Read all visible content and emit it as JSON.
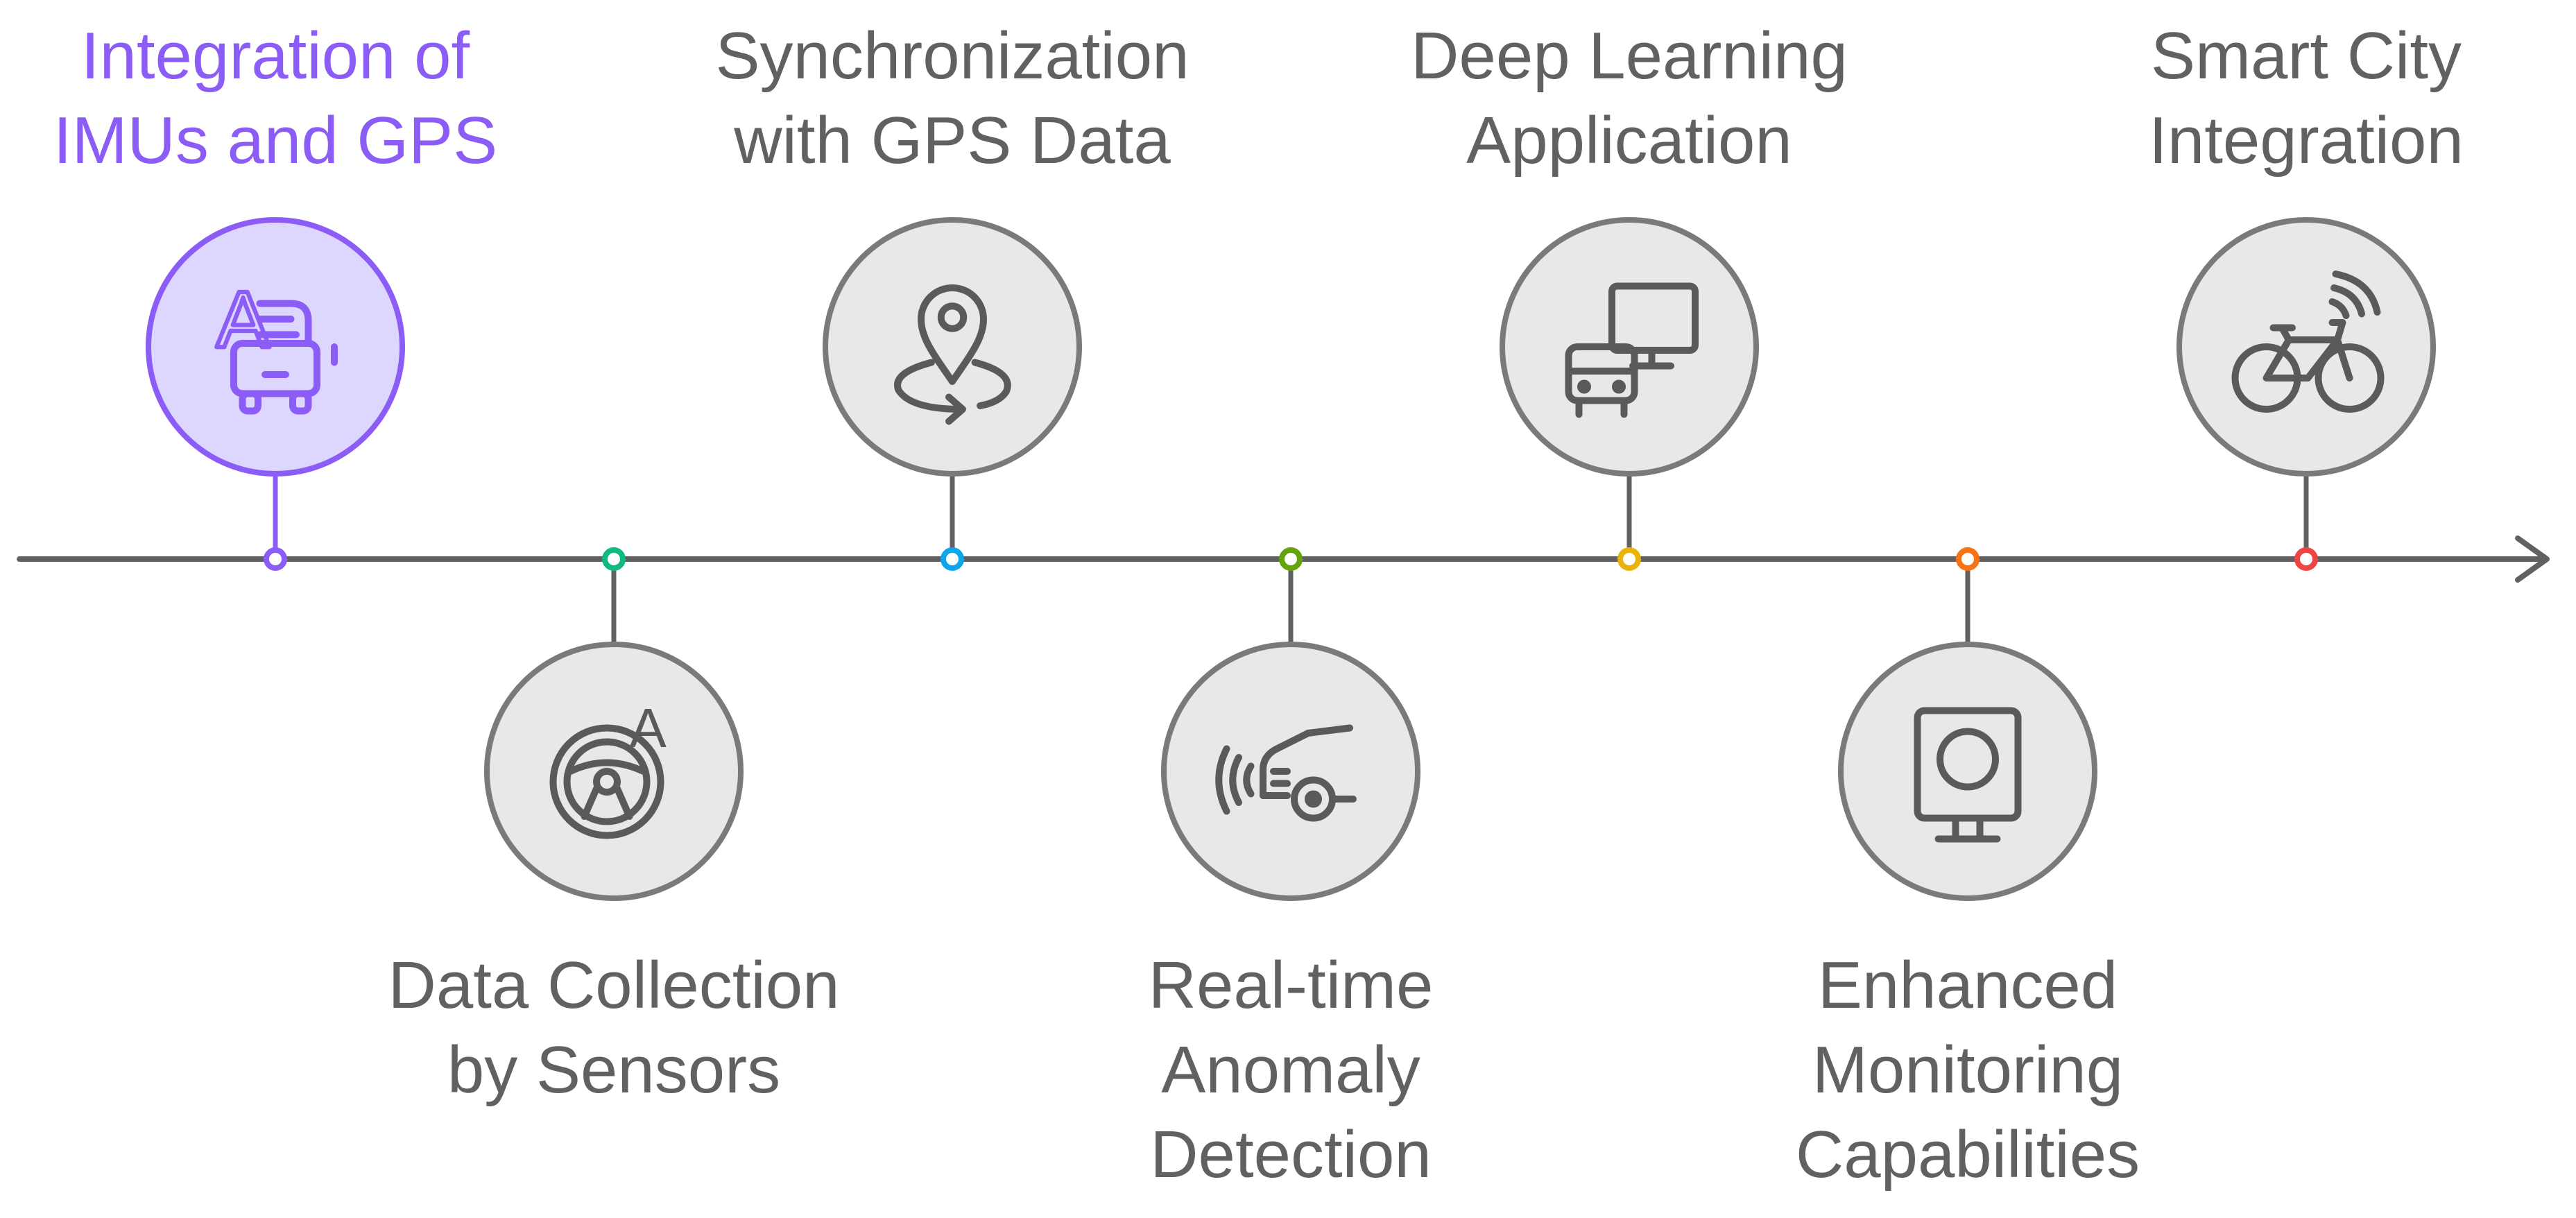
{
  "timeline": {
    "milestones": [
      {
        "title_lines": [
          "Integration of",
          "IMUs and GPS"
        ],
        "position": "top",
        "icon": "bus-icon",
        "dot_color": "#8b5cf6",
        "highlighted": true
      },
      {
        "title_lines": [
          "Data Collection",
          "by Sensors"
        ],
        "position": "bottom",
        "icon": "steering-wheel-icon",
        "dot_color": "#10b981",
        "highlighted": false
      },
      {
        "title_lines": [
          "Synchronization",
          "with GPS Data"
        ],
        "position": "top",
        "icon": "location-pin-rotate-icon",
        "dot_color": "#0ea5e9",
        "highlighted": false
      },
      {
        "title_lines": [
          "Real-time",
          "Anomaly",
          "Detection"
        ],
        "position": "bottom",
        "icon": "car-sensor-icon",
        "dot_color": "#65a30d",
        "highlighted": false
      },
      {
        "title_lines": [
          "Deep Learning",
          "Application"
        ],
        "position": "top",
        "icon": "monitor-bus-icon",
        "dot_color": "#eab308",
        "highlighted": false
      },
      {
        "title_lines": [
          "Enhanced",
          "Monitoring",
          "Capabilities"
        ],
        "position": "bottom",
        "icon": "camera-monitor-icon",
        "dot_color": "#f97316",
        "highlighted": false
      },
      {
        "title_lines": [
          "Smart City",
          "Integration"
        ],
        "position": "top",
        "icon": "connected-bicycle-icon",
        "dot_color": "#ef4444",
        "highlighted": false
      }
    ],
    "colors": {
      "axis": "#616161",
      "circle_fill": "#e8e8e8",
      "circle_stroke": "#7a7a7a",
      "icon_stroke": "#5a5a5a",
      "highlight_fill": "#ddd6fe",
      "highlight_stroke": "#8b5cf6",
      "highlight_text": "#8b5cf6",
      "text": "#616161"
    }
  }
}
